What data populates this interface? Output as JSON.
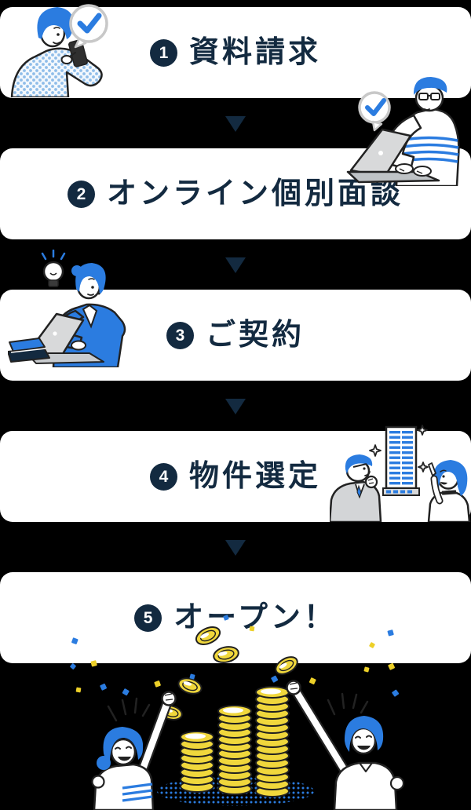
{
  "title": "5-step service flow infographic",
  "colors": {
    "background": "#000000",
    "band": "#ffffff",
    "navy": "#132a40",
    "blue": "#2b7ce0",
    "yellow": "#f0d73c",
    "bubble_gray": "#c8c8c8"
  },
  "steps": [
    {
      "number": "1",
      "label": "資料請求"
    },
    {
      "number": "2",
      "label": "オンライン個別面談"
    },
    {
      "number": "3",
      "label": "ご契約"
    },
    {
      "number": "4",
      "label": "物件選定"
    },
    {
      "number": "5",
      "label": "オープン！"
    }
  ],
  "arrow": {
    "icon": "down-triangle-icon",
    "color": "#132a40",
    "count": 4
  },
  "illustrations": [
    {
      "name": "person-smartphone-checkmark-illustration",
      "step": 1
    },
    {
      "name": "man-laptop-checkmark-illustration",
      "step": 2
    },
    {
      "name": "woman-desk-lightbulb-illustration",
      "step": 3
    },
    {
      "name": "couple-building-selection-illustration",
      "step": 4
    },
    {
      "name": "celebration-coins-confetti-illustration",
      "step": 5
    }
  ]
}
